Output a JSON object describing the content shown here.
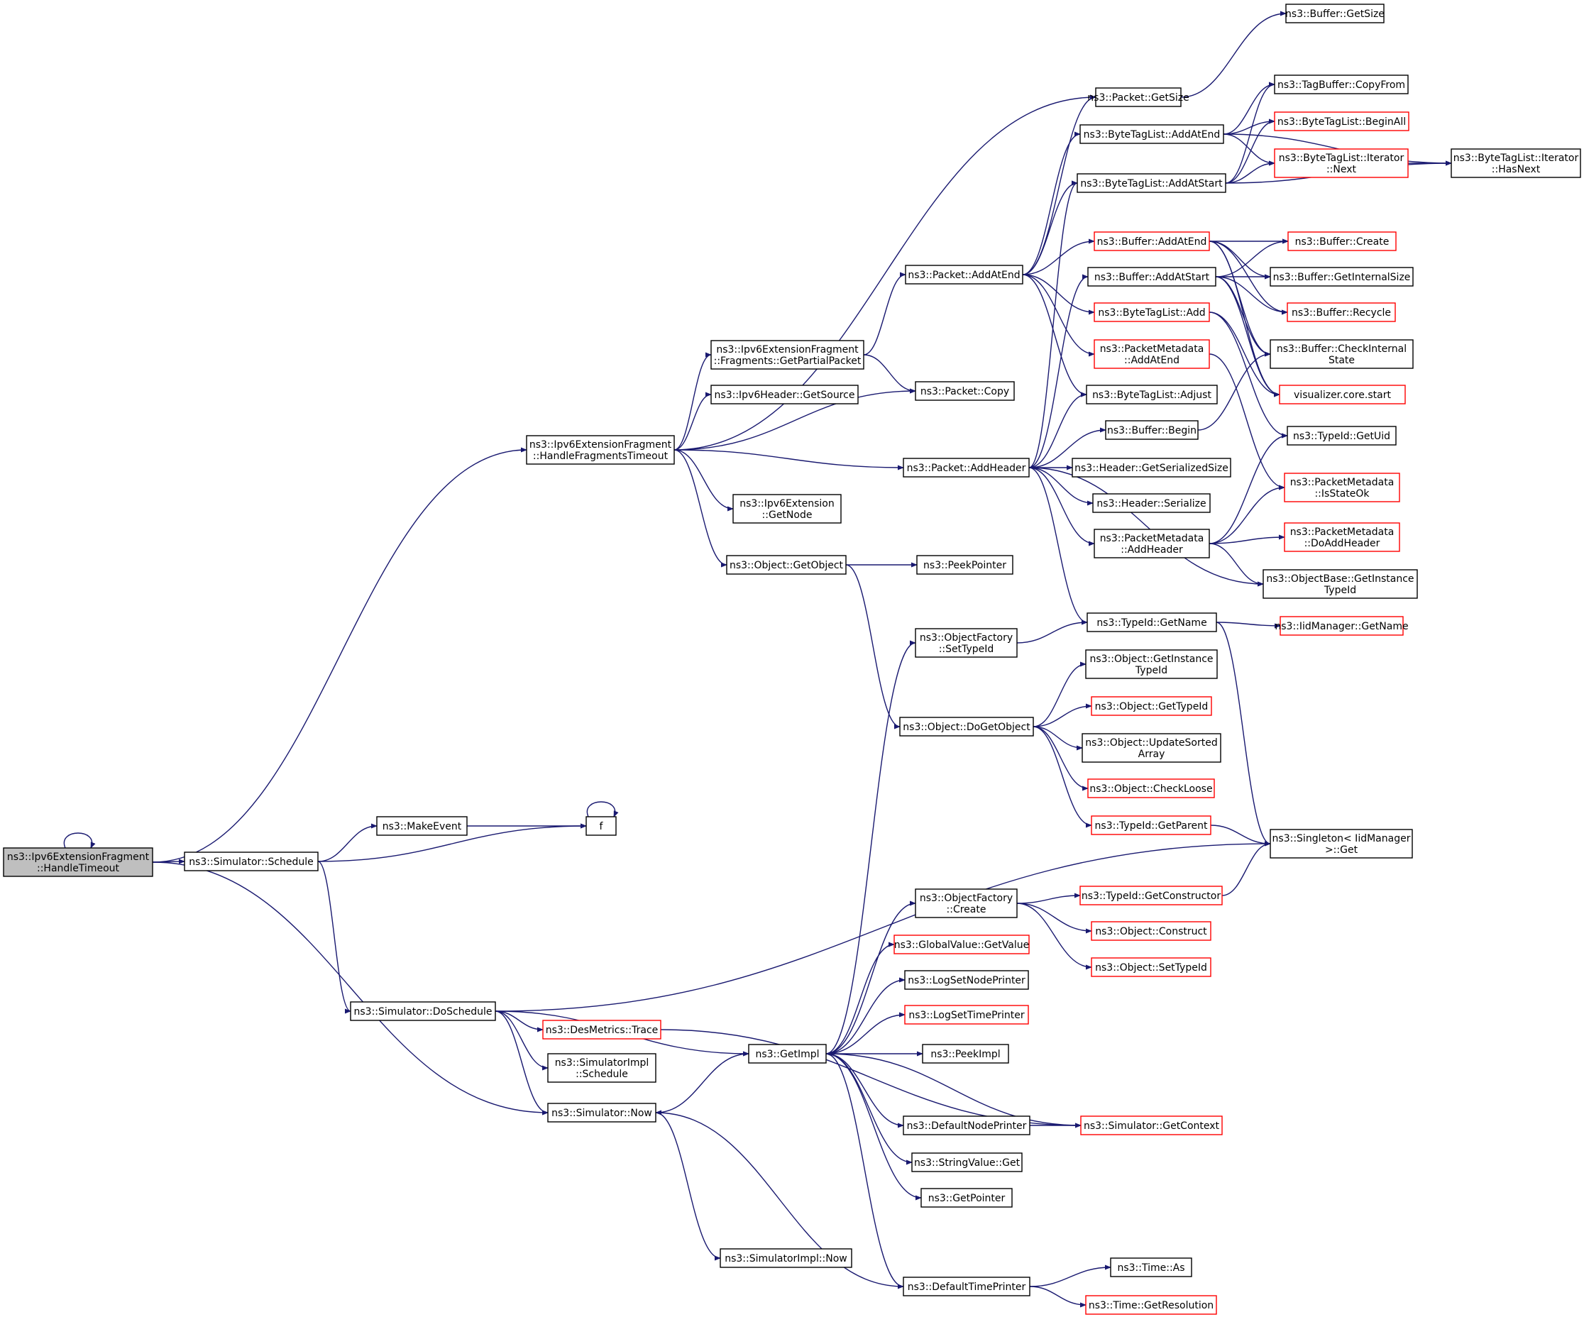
{
  "colors": {
    "edge": "#191970",
    "normal_border": "#000000",
    "truncated_border": "#ff0000",
    "root_fill": "#bfbfbf"
  },
  "nodes": [
    {
      "id": "root",
      "lines": [
        "ns3::Ipv6ExtensionFragment",
        "::HandleTimeout"
      ],
      "style": "root"
    },
    {
      "id": "hft",
      "lines": [
        "ns3::Ipv6ExtensionFragment",
        "::HandleFragmentsTimeout"
      ],
      "style": "black"
    },
    {
      "id": "sched",
      "lines": [
        "ns3::Simulator::Schedule"
      ],
      "style": "black"
    },
    {
      "id": "makeevent",
      "lines": [
        "ns3::MakeEvent"
      ],
      "style": "black"
    },
    {
      "id": "f",
      "lines": [
        "f"
      ],
      "style": "black"
    },
    {
      "id": "dosched",
      "lines": [
        "ns3::Simulator::DoSchedule"
      ],
      "style": "black"
    },
    {
      "id": "now",
      "lines": [
        "ns3::Simulator::Now"
      ],
      "style": "black"
    },
    {
      "id": "desmetrics",
      "lines": [
        "ns3::DesMetrics::Trace"
      ],
      "style": "red"
    },
    {
      "id": "simimplsched",
      "lines": [
        "ns3::SimulatorImpl",
        "::Schedule"
      ],
      "style": "black"
    },
    {
      "id": "getimpl",
      "lines": [
        "ns3::GetImpl"
      ],
      "style": "black"
    },
    {
      "id": "simimplnow",
      "lines": [
        "ns3::SimulatorImpl::Now"
      ],
      "style": "black"
    },
    {
      "id": "getpartial",
      "lines": [
        "ns3::Ipv6ExtensionFragment",
        "::Fragments::GetPartialPacket"
      ],
      "style": "black"
    },
    {
      "id": "getsource",
      "lines": [
        "ns3::Ipv6Header::GetSource"
      ],
      "style": "black"
    },
    {
      "id": "getnode",
      "lines": [
        "ns3::Ipv6Extension",
        "::GetNode"
      ],
      "style": "black"
    },
    {
      "id": "getobject",
      "lines": [
        "ns3::Object::GetObject"
      ],
      "style": "black"
    },
    {
      "id": "peekpointer",
      "lines": [
        "ns3::PeekPointer"
      ],
      "style": "black"
    },
    {
      "id": "addatend",
      "lines": [
        "ns3::Packet::AddAtEnd"
      ],
      "style": "black"
    },
    {
      "id": "pcopy",
      "lines": [
        "ns3::Packet::Copy"
      ],
      "style": "black"
    },
    {
      "id": "addheader",
      "lines": [
        "ns3::Packet::AddHeader"
      ],
      "style": "black"
    },
    {
      "id": "pgetsize",
      "lines": [
        "ns3::Packet::GetSize"
      ],
      "style": "black"
    },
    {
      "id": "btladdatend",
      "lines": [
        "ns3::ByteTagList::AddAtEnd"
      ],
      "style": "black"
    },
    {
      "id": "btladdatstart",
      "lines": [
        "ns3::ByteTagList::AddAtStart"
      ],
      "style": "black"
    },
    {
      "id": "bufaddatend",
      "lines": [
        "ns3::Buffer::AddAtEnd"
      ],
      "style": "red"
    },
    {
      "id": "bufaddatstart",
      "lines": [
        "ns3::Buffer::AddAtStart"
      ],
      "style": "black"
    },
    {
      "id": "btladd",
      "lines": [
        "ns3::ByteTagList::Add"
      ],
      "style": "red"
    },
    {
      "id": "pmaddatend",
      "lines": [
        "ns3::PacketMetadata",
        "::AddAtEnd"
      ],
      "style": "red"
    },
    {
      "id": "btladjust",
      "lines": [
        "ns3::ByteTagList::Adjust"
      ],
      "style": "black"
    },
    {
      "id": "bufbegin",
      "lines": [
        "ns3::Buffer::Begin"
      ],
      "style": "black"
    },
    {
      "id": "hgetser",
      "lines": [
        "ns3::Header::GetSerializedSize"
      ],
      "style": "black"
    },
    {
      "id": "hser",
      "lines": [
        "ns3::Header::Serialize"
      ],
      "style": "black"
    },
    {
      "id": "pmaddheader",
      "lines": [
        "ns3::PacketMetadata",
        "::AddHeader"
      ],
      "style": "black"
    },
    {
      "id": "tidgetname",
      "lines": [
        "ns3::TypeId::GetName"
      ],
      "style": "black"
    },
    {
      "id": "bufgetsize",
      "lines": [
        "ns3::Buffer::GetSize"
      ],
      "style": "black"
    },
    {
      "id": "tbcopy",
      "lines": [
        "ns3::TagBuffer::CopyFrom"
      ],
      "style": "black"
    },
    {
      "id": "btlbeginall",
      "lines": [
        "ns3::ByteTagList::BeginAll"
      ],
      "style": "red"
    },
    {
      "id": "btlitnext",
      "lines": [
        "ns3::ByteTagList::Iterator",
        "::Next"
      ],
      "style": "red"
    },
    {
      "id": "btlithasnext",
      "lines": [
        "ns3::ByteTagList::Iterator",
        "::HasNext"
      ],
      "style": "black"
    },
    {
      "id": "bufcreate",
      "lines": [
        "ns3::Buffer::Create"
      ],
      "style": "red"
    },
    {
      "id": "bufgetinternal",
      "lines": [
        "ns3::Buffer::GetInternalSize"
      ],
      "style": "black"
    },
    {
      "id": "bufrecycle",
      "lines": [
        "ns3::Buffer::Recycle"
      ],
      "style": "red"
    },
    {
      "id": "bufcheck",
      "lines": [
        "ns3::Buffer::CheckInternal",
        "State"
      ],
      "style": "black"
    },
    {
      "id": "vizstart",
      "lines": [
        "visualizer.core.start"
      ],
      "style": "red"
    },
    {
      "id": "tidgetuid",
      "lines": [
        "ns3::TypeId::GetUid"
      ],
      "style": "black"
    },
    {
      "id": "pmisstate",
      "lines": [
        "ns3::PacketMetadata",
        "::IsStateOk"
      ],
      "style": "red"
    },
    {
      "id": "pmdoadd",
      "lines": [
        "ns3::PacketMetadata",
        "::DoAddHeader"
      ],
      "style": "red"
    },
    {
      "id": "obgetinst",
      "lines": [
        "ns3::ObjectBase::GetInstance",
        "TypeId"
      ],
      "style": "black"
    },
    {
      "id": "iidgetname",
      "lines": [
        "ns3::IidManager::GetName"
      ],
      "style": "red"
    },
    {
      "id": "ofsettid",
      "lines": [
        "ns3::ObjectFactory",
        "::SetTypeId"
      ],
      "style": "black"
    },
    {
      "id": "odoget",
      "lines": [
        "ns3::Object::DoGetObject"
      ],
      "style": "black"
    },
    {
      "id": "ogetinst",
      "lines": [
        "ns3::Object::GetInstance",
        "TypeId"
      ],
      "style": "black"
    },
    {
      "id": "ogettid",
      "lines": [
        "ns3::Object::GetTypeId"
      ],
      "style": "red"
    },
    {
      "id": "oupdate",
      "lines": [
        "ns3::Object::UpdateSorted",
        "Array"
      ],
      "style": "black"
    },
    {
      "id": "ocheckloose",
      "lines": [
        "ns3::Object::CheckLoose"
      ],
      "style": "red"
    },
    {
      "id": "tidgetparent",
      "lines": [
        "ns3::TypeId::GetParent"
      ],
      "style": "red"
    },
    {
      "id": "singleton",
      "lines": [
        "ns3::Singleton< IidManager",
        ">::Get"
      ],
      "style": "black"
    },
    {
      "id": "ofcreate",
      "lines": [
        "ns3::ObjectFactory",
        "::Create"
      ],
      "style": "black"
    },
    {
      "id": "tidgetctor",
      "lines": [
        "ns3::TypeId::GetConstructor"
      ],
      "style": "red"
    },
    {
      "id": "oconstruct",
      "lines": [
        "ns3::Object::Construct"
      ],
      "style": "red"
    },
    {
      "id": "osettid",
      "lines": [
        "ns3::Object::SetTypeId"
      ],
      "style": "red"
    },
    {
      "id": "gvgetvalue",
      "lines": [
        "ns3::GlobalValue::GetValue"
      ],
      "style": "red"
    },
    {
      "id": "lognode",
      "lines": [
        "ns3::LogSetNodePrinter"
      ],
      "style": "black"
    },
    {
      "id": "logtime",
      "lines": [
        "ns3::LogSetTimePrinter"
      ],
      "style": "red"
    },
    {
      "id": "peekimpl",
      "lines": [
        "ns3::PeekImpl"
      ],
      "style": "black"
    },
    {
      "id": "defnode",
      "lines": [
        "ns3::DefaultNodePrinter"
      ],
      "style": "black"
    },
    {
      "id": "simgetctx",
      "lines": [
        "ns3::Simulator::GetContext"
      ],
      "style": "red"
    },
    {
      "id": "svget",
      "lines": [
        "ns3::StringValue::Get"
      ],
      "style": "black"
    },
    {
      "id": "getpointer",
      "lines": [
        "ns3::GetPointer"
      ],
      "style": "black"
    },
    {
      "id": "deftime",
      "lines": [
        "ns3::DefaultTimePrinter"
      ],
      "style": "black"
    },
    {
      "id": "timeas",
      "lines": [
        "ns3::Time::As"
      ],
      "style": "black"
    },
    {
      "id": "timeres",
      "lines": [
        "ns3::Time::GetResolution"
      ],
      "style": "red"
    }
  ]
}
